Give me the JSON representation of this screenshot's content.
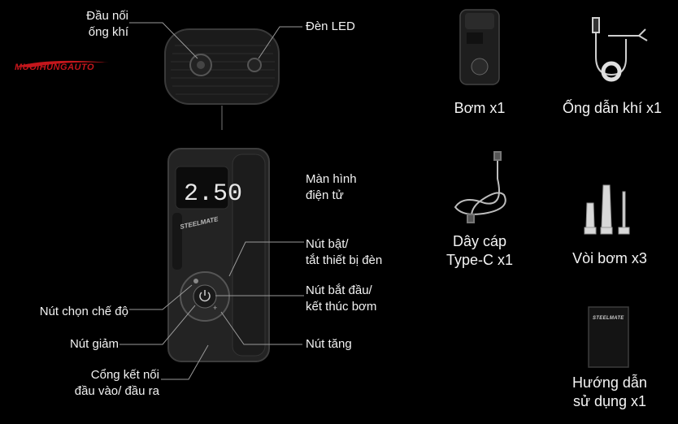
{
  "logo": {
    "text": "MUOIHUNGAUTO",
    "color": "#c4161c"
  },
  "device": {
    "display_value": "2.50",
    "brand": "STEELMATE"
  },
  "callouts": {
    "air_connector": [
      "Đầu nối",
      "ống khí"
    ],
    "led_light": "Đèn LED",
    "screen": [
      "Màn hình",
      "điện tử"
    ],
    "power_button": [
      "Nút bật/",
      "tắt thiết bị đèn"
    ],
    "start_button": [
      "Nút bắt đầu/",
      "kết thúc bơm"
    ],
    "mode_button": "Nút chọn chế độ",
    "minus_button": "Nút giảm",
    "plus_button": "Nút tăng",
    "port": [
      "Cổng kết nối",
      "đầu vào/ đầu ra"
    ]
  },
  "package": {
    "pump": "Bơm x1",
    "air_hose": "Ống dẫn khí x1",
    "cable": [
      "Dây cáp",
      "Type-C x1"
    ],
    "nozzles": "Vòi bơm x3",
    "manual": [
      "Hướng dẫn",
      "sử dụng x1"
    ],
    "manual_brand": "STEELMATE"
  }
}
